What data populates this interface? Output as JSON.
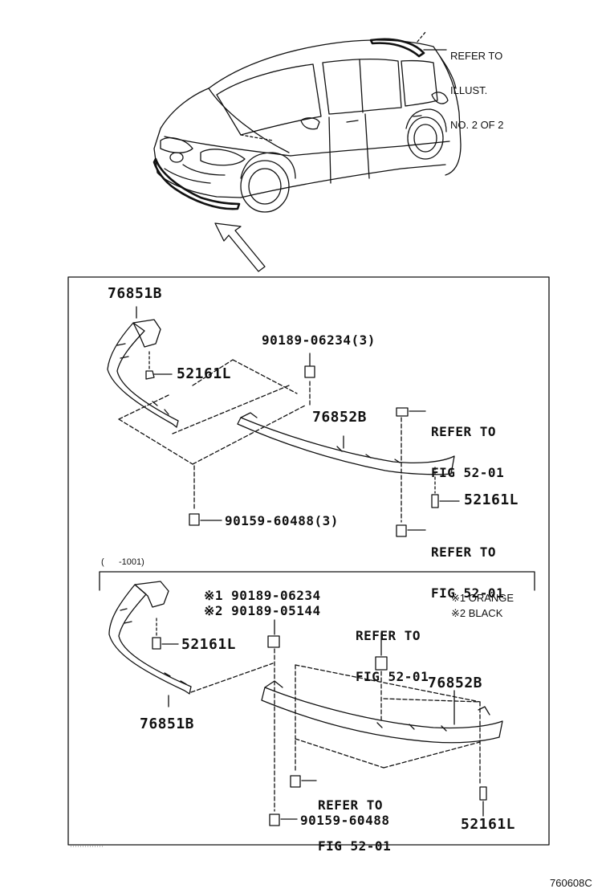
{
  "header_note": [
    "REFER TO",
    "ILLUST.",
    "NO. 2 OF 2"
  ],
  "panel_a": {
    "p76851b": "76851B",
    "p90189": "90189-06234(3)",
    "p52161l_left": "52161L",
    "p76852b": "76852B",
    "ref_top": [
      "REFER TO",
      "FIG 52-01"
    ],
    "p52161l_right": "52161L",
    "p90159": "90159-60488(3)",
    "ref_bottom": [
      "REFER TO",
      "FIG 52-01"
    ]
  },
  "panel_b": {
    "range_label": "(      -1001)",
    "clip_1": "※1 90189-06234",
    "clip_2": "※2 90189-05144",
    "ref_top": [
      "REFER TO",
      "FIG 52-01"
    ],
    "color_1": "※1 ORANGE",
    "color_2": "※2 BLACK",
    "p52161l_left": "52161L",
    "p76852b": "76852B",
    "p76851b": "76851B",
    "ref_bottom": [
      "REFER TO",
      "FIG 52-01"
    ],
    "p90159": "90159-60488",
    "p52161l_right": "52161L"
  },
  "figure_id": "760608C"
}
